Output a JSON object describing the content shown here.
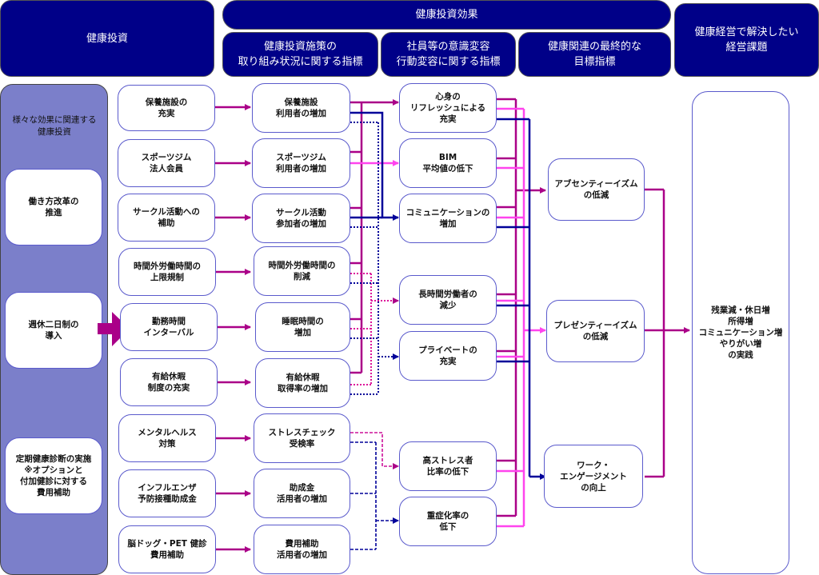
{
  "headers": {
    "investment": "健康投資",
    "effect": "健康投資効果",
    "policy_indicator": "健康投資施策の\n取り組み状況に関する指標",
    "awareness_indicator": "社員等の意識変容\n行動変容に関する指標",
    "final_indicator": "健康関連の最終的な\n目標指標",
    "management": "健康経営で解決したい\n経営課題"
  },
  "sidebar": {
    "title": "様々な効果に関連する\n健康投資",
    "items": [
      "働き方改革の\n推進",
      "週休二日制の\n導入",
      "定期健康診断の実施\n※オプションと\n付加健診に対する\n費用補助"
    ]
  },
  "investments": [
    "保養施設の\n充実",
    "スポーツジム\n法人会員",
    "サークル活動への\n補助",
    "時間外労働時間の\n上限規制",
    "勤務時間\nインターバル",
    "有給休暇\n制度の充実",
    "メンタルヘルス\n対策",
    "インフルエンザ\n予防接種助成金",
    "脳ドッグ・PET 健診\n費用補助"
  ],
  "policy_indicators": [
    "保養施設\n利用者の増加",
    "スポーツジム\n利用者の増加",
    "サークル活動\n参加者の増加",
    "時間外労働時間の\n削減",
    "睡眠時間の\n増加",
    "有給休暇\n取得率の増加",
    "ストレスチェック\n受検率",
    "助成金\n活用者の増加",
    "費用補助\n活用者の増加"
  ],
  "awareness_indicators": [
    "心身の\nリフレッシュによる\n充実",
    "BIM\n平均値の低下",
    "コミュニケーションの\n増加",
    "長時間労働者の\n減少",
    "プライベートの\n充実",
    "高ストレス者\n比率の低下",
    "重症化率の\n低下"
  ],
  "final_indicators": [
    "アブセンティーイズム\nの低減",
    "プレゼンティーイズム\nの低減",
    "ワーク・\nエンゲージメント\nの向上"
  ],
  "management_issue": "残業減・休日増\n所得増\nコミュニケーション増\nやりがい増\nの実践",
  "colors": {
    "header_bg": "#000088",
    "sidebar_bg": "#7b7fca",
    "box_border": "#5a5acc",
    "line_purple": "#aa0088",
    "line_pink": "#ff44ee",
    "line_navy": "#000099"
  }
}
